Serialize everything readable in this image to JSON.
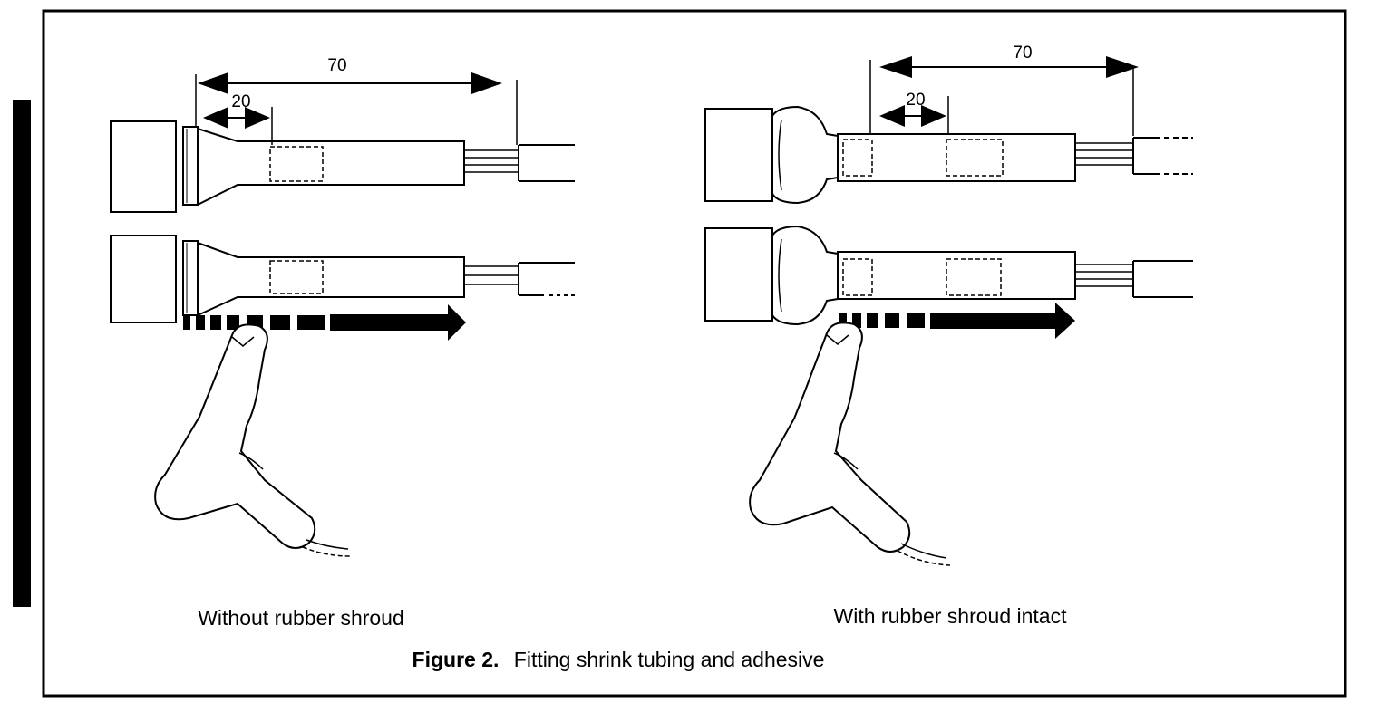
{
  "figure": {
    "number_label": "Figure 2.",
    "title": "Fitting shrink tubing and adhesive"
  },
  "panels": [
    {
      "caption": "Without rubber shroud",
      "overall_dimension": "70",
      "adhesive_dimension": "20"
    },
    {
      "caption": "With rubber shroud intact",
      "overall_dimension": "70",
      "adhesive_dimension": "20"
    }
  ],
  "icons": {
    "heat_gun": "heat-gun-icon",
    "heat_direction": "arrow-right-icon"
  },
  "colors": {
    "line": "#000000",
    "background": "#ffffff"
  }
}
